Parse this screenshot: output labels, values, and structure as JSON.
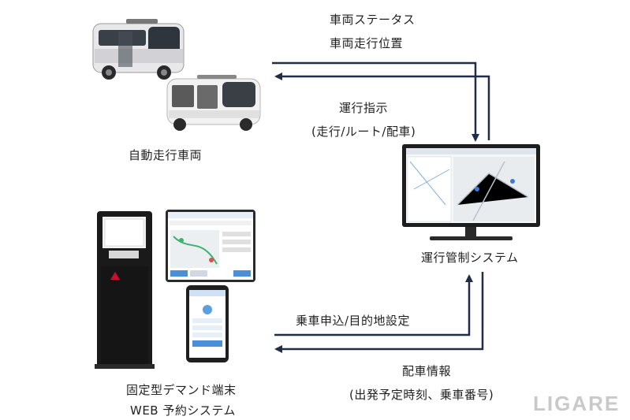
{
  "labels": {
    "vehicle_status": "車両ステータス",
    "vehicle_position": "車両走行位置",
    "operation_instruction": "運行指示",
    "operation_instruction_detail": "(走行/ルート/配車)",
    "autonomous_vehicle": "自動走行車両",
    "operation_system": "運行管制システム",
    "boarding_request": "乗車申込/目的地設定",
    "dispatch_info": "配車情報",
    "dispatch_info_detail": "(出発予定時刻、乗車番号)",
    "demand_terminal": "固定型デマンド端末",
    "web_booking": "WEB 予約システム"
  },
  "watermark": "LIGARE",
  "colors": {
    "arrow": "#1f2d47",
    "monitor": "#1d1d1d",
    "bus_body": "#e8e8ea",
    "kiosk": "#1a1a1a"
  }
}
